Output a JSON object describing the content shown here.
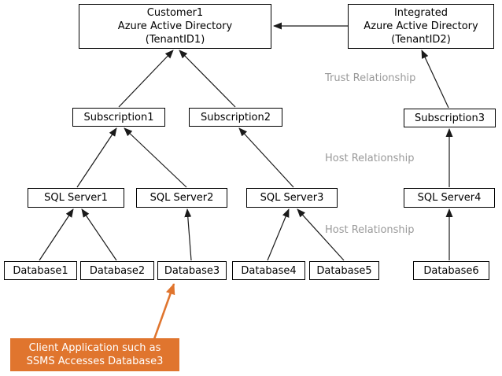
{
  "diagram": {
    "title": "Azure Active Directory tenant, subscription, SQL Server and database hierarchy",
    "colors": {
      "background": "#ffffff",
      "node_border": "#000000",
      "arrow": "#1a1a1a",
      "relationship_label": "#9a9a9a",
      "callout_orange": "#e0752e",
      "callout_text": "#ffffff"
    },
    "nodes": {
      "customer1_aad": {
        "label": "Customer1\nAzure Active Directory\n(TenantID1)"
      },
      "integrated_aad": {
        "label": "Integrated\nAzure Active Directory\n(TenantID2)"
      },
      "subscription1": {
        "label": "Subscription1"
      },
      "subscription2": {
        "label": "Subscription2"
      },
      "subscription3": {
        "label": "Subscription3"
      },
      "sql_server1": {
        "label": "SQL Server1"
      },
      "sql_server2": {
        "label": "SQL Server2"
      },
      "sql_server3": {
        "label": "SQL Server3"
      },
      "sql_server4": {
        "label": "SQL Server4"
      },
      "database1": {
        "label": "Database1"
      },
      "database2": {
        "label": "Database2"
      },
      "database3": {
        "label": "Database3"
      },
      "database4": {
        "label": "Database4"
      },
      "database5": {
        "label": "Database5"
      },
      "database6": {
        "label": "Database6"
      }
    },
    "relationship_labels": {
      "trust": "Trust Relationship",
      "host_upper": "Host Relationship",
      "host_lower": "Host Relationship"
    },
    "callout": {
      "text": "Client Application such as\nSSMS Accesses Database3"
    },
    "edges": [
      {
        "from": "integrated_aad",
        "to": "customer1_aad",
        "style": "black-arrow"
      },
      {
        "from": "subscription1",
        "to": "customer1_aad",
        "style": "black-arrow"
      },
      {
        "from": "subscription2",
        "to": "customer1_aad",
        "style": "black-arrow"
      },
      {
        "from": "subscription3",
        "to": "integrated_aad",
        "style": "black-arrow"
      },
      {
        "from": "sql_server1",
        "to": "subscription1",
        "style": "black-arrow"
      },
      {
        "from": "sql_server2",
        "to": "subscription1",
        "style": "black-arrow"
      },
      {
        "from": "sql_server3",
        "to": "subscription2",
        "style": "black-arrow"
      },
      {
        "from": "sql_server4",
        "to": "subscription3",
        "style": "black-arrow"
      },
      {
        "from": "database1",
        "to": "sql_server1",
        "style": "black-arrow"
      },
      {
        "from": "database2",
        "to": "sql_server1",
        "style": "black-arrow"
      },
      {
        "from": "database3",
        "to": "sql_server2",
        "style": "black-arrow"
      },
      {
        "from": "database4",
        "to": "sql_server3",
        "style": "black-arrow"
      },
      {
        "from": "database5",
        "to": "sql_server3",
        "style": "black-arrow"
      },
      {
        "from": "database6",
        "to": "sql_server4",
        "style": "black-arrow"
      },
      {
        "from": "callout",
        "to": "database3",
        "style": "orange-arrow"
      }
    ]
  }
}
